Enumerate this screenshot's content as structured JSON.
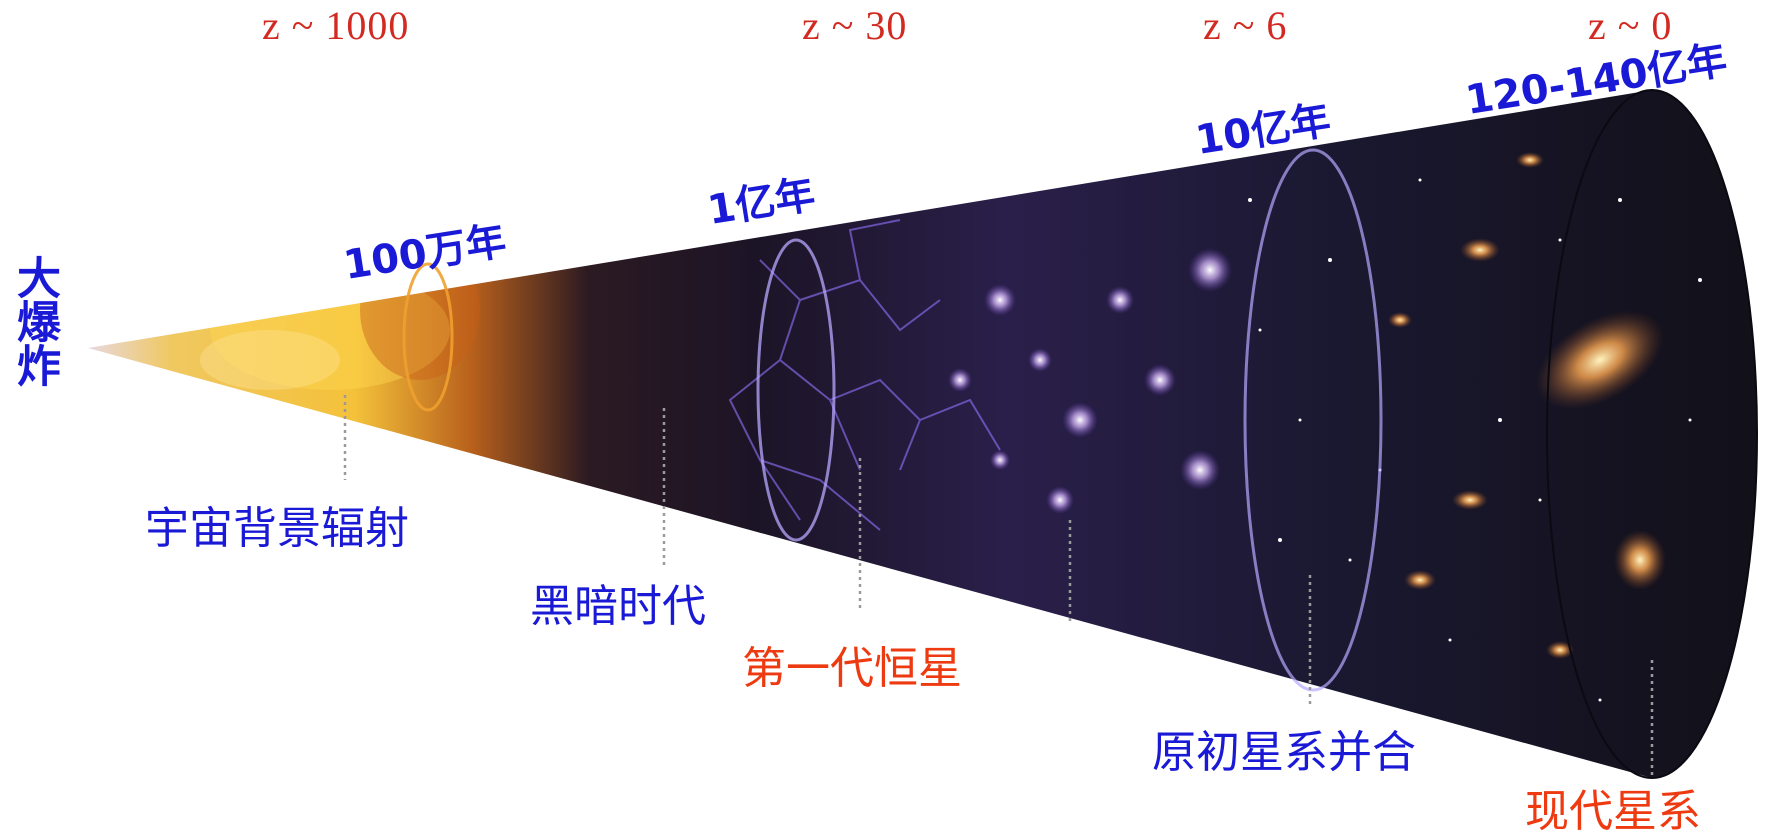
{
  "colors": {
    "z_label": "#d22a22",
    "age_label": "#1a1ad6",
    "era_blue": "#1a1ad6",
    "era_red": "#ee3a10",
    "background": "#ffffff",
    "cone_dark": "#14121e",
    "fireball": "#f4c13a"
  },
  "start_label": "大爆炸",
  "redshifts": [
    "z ~ 1000",
    "z ~ 30",
    "z ~ 6",
    "z ~ 0"
  ],
  "ages": [
    "100万年",
    "1亿年",
    "10亿年",
    "120-140亿年"
  ],
  "eras": [
    {
      "text": "宇宙背景辐射",
      "color": "blue"
    },
    {
      "text": "黑暗时代",
      "color": "blue"
    },
    {
      "text": "第一代恒星",
      "color": "red"
    },
    {
      "text": "原初星系并合",
      "color": "blue"
    },
    {
      "text": "现代星系",
      "color": "red"
    }
  ],
  "icons": {
    "cmb_shell": "ellipse-ring-icon",
    "first_stars_shell": "ellipse-ring-icon",
    "galaxy_shell": "ellipse-ring-icon"
  }
}
